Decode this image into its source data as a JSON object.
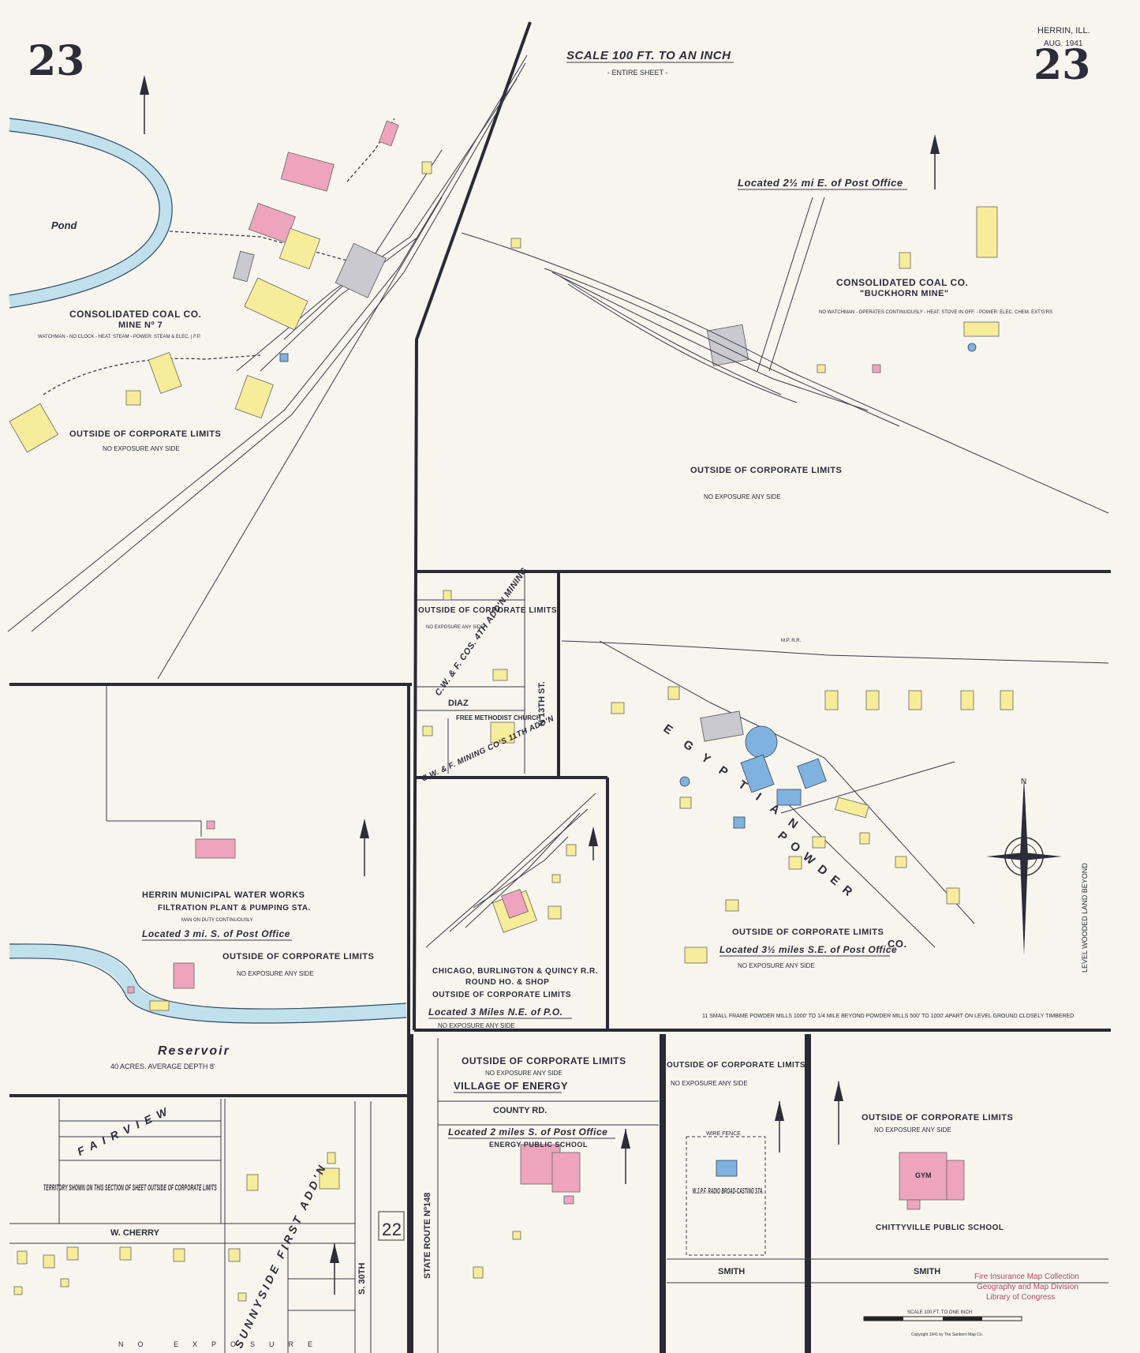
{
  "header": {
    "sheet_number": "23",
    "city": "HERRIN, ILL.",
    "date": "AUG. 1941",
    "scale": "SCALE 100 FT. TO AN INCH",
    "scale_sub": "- ENTIRE SHEET -"
  },
  "nw_section": {
    "pond_label": "Pond",
    "company": "CONSOLIDATED COAL CO.",
    "mine": "MINE Nº 7",
    "notes": "WATCHMAN - NO CLOCK - HEAT: STEAM - POWER: STEAM & ELEC. | F.P.",
    "outside": "OUTSIDE OF CORPORATE LIMITS",
    "exposure": "NO EXPOSURE ANY SIDE"
  },
  "ne_section": {
    "located": "Located 2½ mi E. of Post Office",
    "company": "CONSOLIDATED COAL CO.",
    "mine": "\"BUCKHORN MINE\"",
    "notes": "NO WATCHMAN - OPERATES CONTINUOUSLY - HEAT: STOVE IN OFF. - POWER: ELEC. CHEM. EXT'G'RS",
    "outside": "OUTSIDE OF CORPORATE LIMITS",
    "exposure": "NO EXPOSURE ANY SIDE"
  },
  "center_top": {
    "outside": "OUTSIDE OF CORPORATE LIMITS",
    "exposure": "NO EXPOSURE ANY SIDE",
    "addn1": "C.W. & F. COS. 4TH ADD'N MINING",
    "street_diaz": "DIAZ",
    "street_13th": "N 13TH ST.",
    "church": "FREE METHODIST CHURCH",
    "addn2": "C.W. & F. MINING CO'S 11TH ADD'N"
  },
  "water_works": {
    "title": "HERRIN MUNICIPAL WATER WORKS",
    "sub": "FILTRATION PLANT & PUMPING STA.",
    "note": "MAN ON DUTY CONTINUOUSLY",
    "located": "Located 3 mi. S. of Post Office",
    "outside": "OUTSIDE OF CORPORATE LIMITS",
    "exposure": "NO EXPOSURE ANY SIDE",
    "reservoir": "Reservoir",
    "reservoir_note": "40 ACRES.  AVERAGE DEPTH 8'"
  },
  "roundhouse": {
    "title": "CHICAGO, BURLINGTON & QUINCY R.R.",
    "sub": "ROUND HO. & SHOP",
    "outside": "OUTSIDE OF CORPORATE LIMITS",
    "located": "Located 3 Miles N.E. of P.O.",
    "exposure": "NO EXPOSURE ANY SIDE"
  },
  "powder": {
    "company_letters": [
      "E",
      "G",
      "Y",
      "P",
      "T",
      "I",
      "A",
      "N"
    ],
    "company_word": "POWDER",
    "company_co": "CO.",
    "outside": "OUTSIDE OF CORPORATE LIMITS",
    "located": "Located 3½ miles S.E. of Post Office",
    "exposure": "NO EXPOSURE ANY SIDE",
    "note": "11 SMALL FRAME POWDER MILLS 1000' TO 1/4 MILE BEYOND  POWDER MILLS 500' TO 1000' APART ON LEVEL GROUND CLOSELY TIMBERED",
    "side_note": "LEVEL WOODED LAND BEYOND",
    "rr": "M.P. R.R."
  },
  "sw_section": {
    "territory": "TERRITORY SHOWN ON THIS SECTION OF SHEET OUTSIDE OF CORPORATE LIMITS",
    "fairview": "FAIRVIEW",
    "sunnyside": "SUNNYSIDE FIRST ADD'N",
    "street_cherry": "W. CHERRY",
    "street_30th": "S. 30TH",
    "sheet_ref": "22",
    "exposure": "NO EXPOSURE"
  },
  "energy": {
    "outside": "OUTSIDE OF CORPORATE LIMITS",
    "exposure": "NO EXPOSURE ANY SIDE",
    "village": "VILLAGE OF ENERGY",
    "road": "COUNTY RD.",
    "located": "Located 2 miles S. of Post Office",
    "school": "ENERGY PUBLIC SCHOOL",
    "route": "STATE ROUTE Nº148"
  },
  "radio": {
    "outside": "OUTSIDE OF CORPORATE LIMITS",
    "exposure": "NO EXPOSURE ANY SIDE",
    "fence": "WIRE FENCE",
    "name": "W.J.P.F. RADIO BROAD-CASTING STA.",
    "street": "SMITH"
  },
  "chittyville": {
    "outside": "OUTSIDE OF CORPORATE LIMITS",
    "exposure": "NO EXPOSURE ANY SIDE",
    "school": "CHITTYVILLE PUBLIC SCHOOL",
    "gym": "GYM",
    "street": "SMITH"
  },
  "footer": {
    "stamp1": "Fire Insurance Map Collection",
    "stamp2": "Geography and Map Division",
    "stamp3": "Library of Congress",
    "scale": "SCALE 100 FT. TO ONE INCH",
    "copyright": "Copyright 1941 by The Sanborn Map Co."
  },
  "colors": {
    "paper": "#f7f5ee",
    "brick": "#eea4bd",
    "frame": "#f7ec99",
    "metal": "#c9c9cf",
    "concrete": "#7fb2df",
    "water": "#bfe0ec"
  }
}
